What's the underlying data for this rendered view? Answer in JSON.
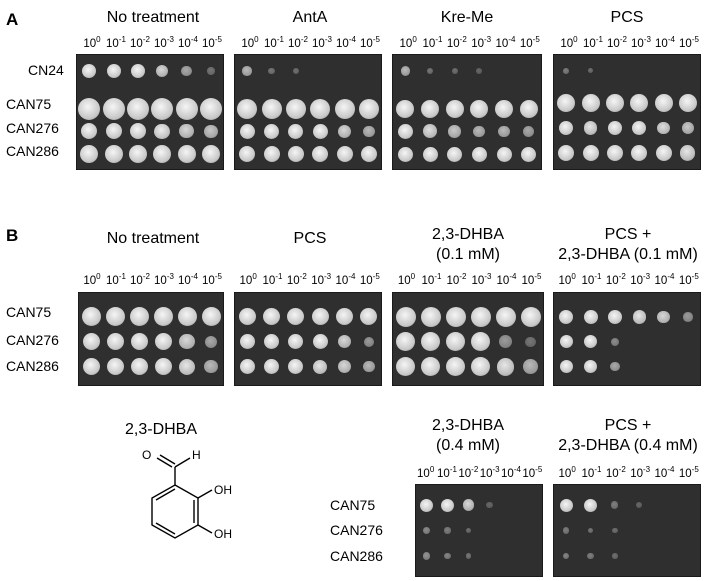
{
  "panel_a": {
    "letter": "A",
    "conditions": [
      "No treatment",
      "AntA",
      "Kre-Me",
      "PCS"
    ],
    "strains": [
      "CN24",
      "CAN75",
      "CAN276",
      "CAN286"
    ]
  },
  "panel_b": {
    "letter": "B",
    "top_conditions": [
      {
        "line1": "No treatment",
        "line2": ""
      },
      {
        "line1": "PCS",
        "line2": ""
      },
      {
        "line1": "2,3-DHBA",
        "line2": "(0.1 mM)"
      },
      {
        "line1": "PCS +",
        "line2": "2,3-DHBA (0.1 mM)"
      }
    ],
    "bottom_conditions": [
      {
        "line1": "2,3-DHBA",
        "line2": "(0.4 mM)"
      },
      {
        "line1": "PCS +",
        "line2": "2,3-DHBA (0.4 mM)"
      }
    ],
    "strains": [
      "CAN75",
      "CAN276",
      "CAN286"
    ],
    "molecule": {
      "name": "2,3-DHBA",
      "atom_o": "O",
      "atom_h": "H",
      "oh1": "OH",
      "oh2": "OH"
    }
  },
  "dilution_bases": [
    "10",
    "10",
    "10",
    "10",
    "10",
    "10"
  ],
  "dilution_exponents": [
    "0",
    "-1",
    "-2",
    "-3",
    "-4",
    "-5"
  ],
  "colors": {
    "plate": "#2f2f2f",
    "colony": "#e8e8e8"
  }
}
